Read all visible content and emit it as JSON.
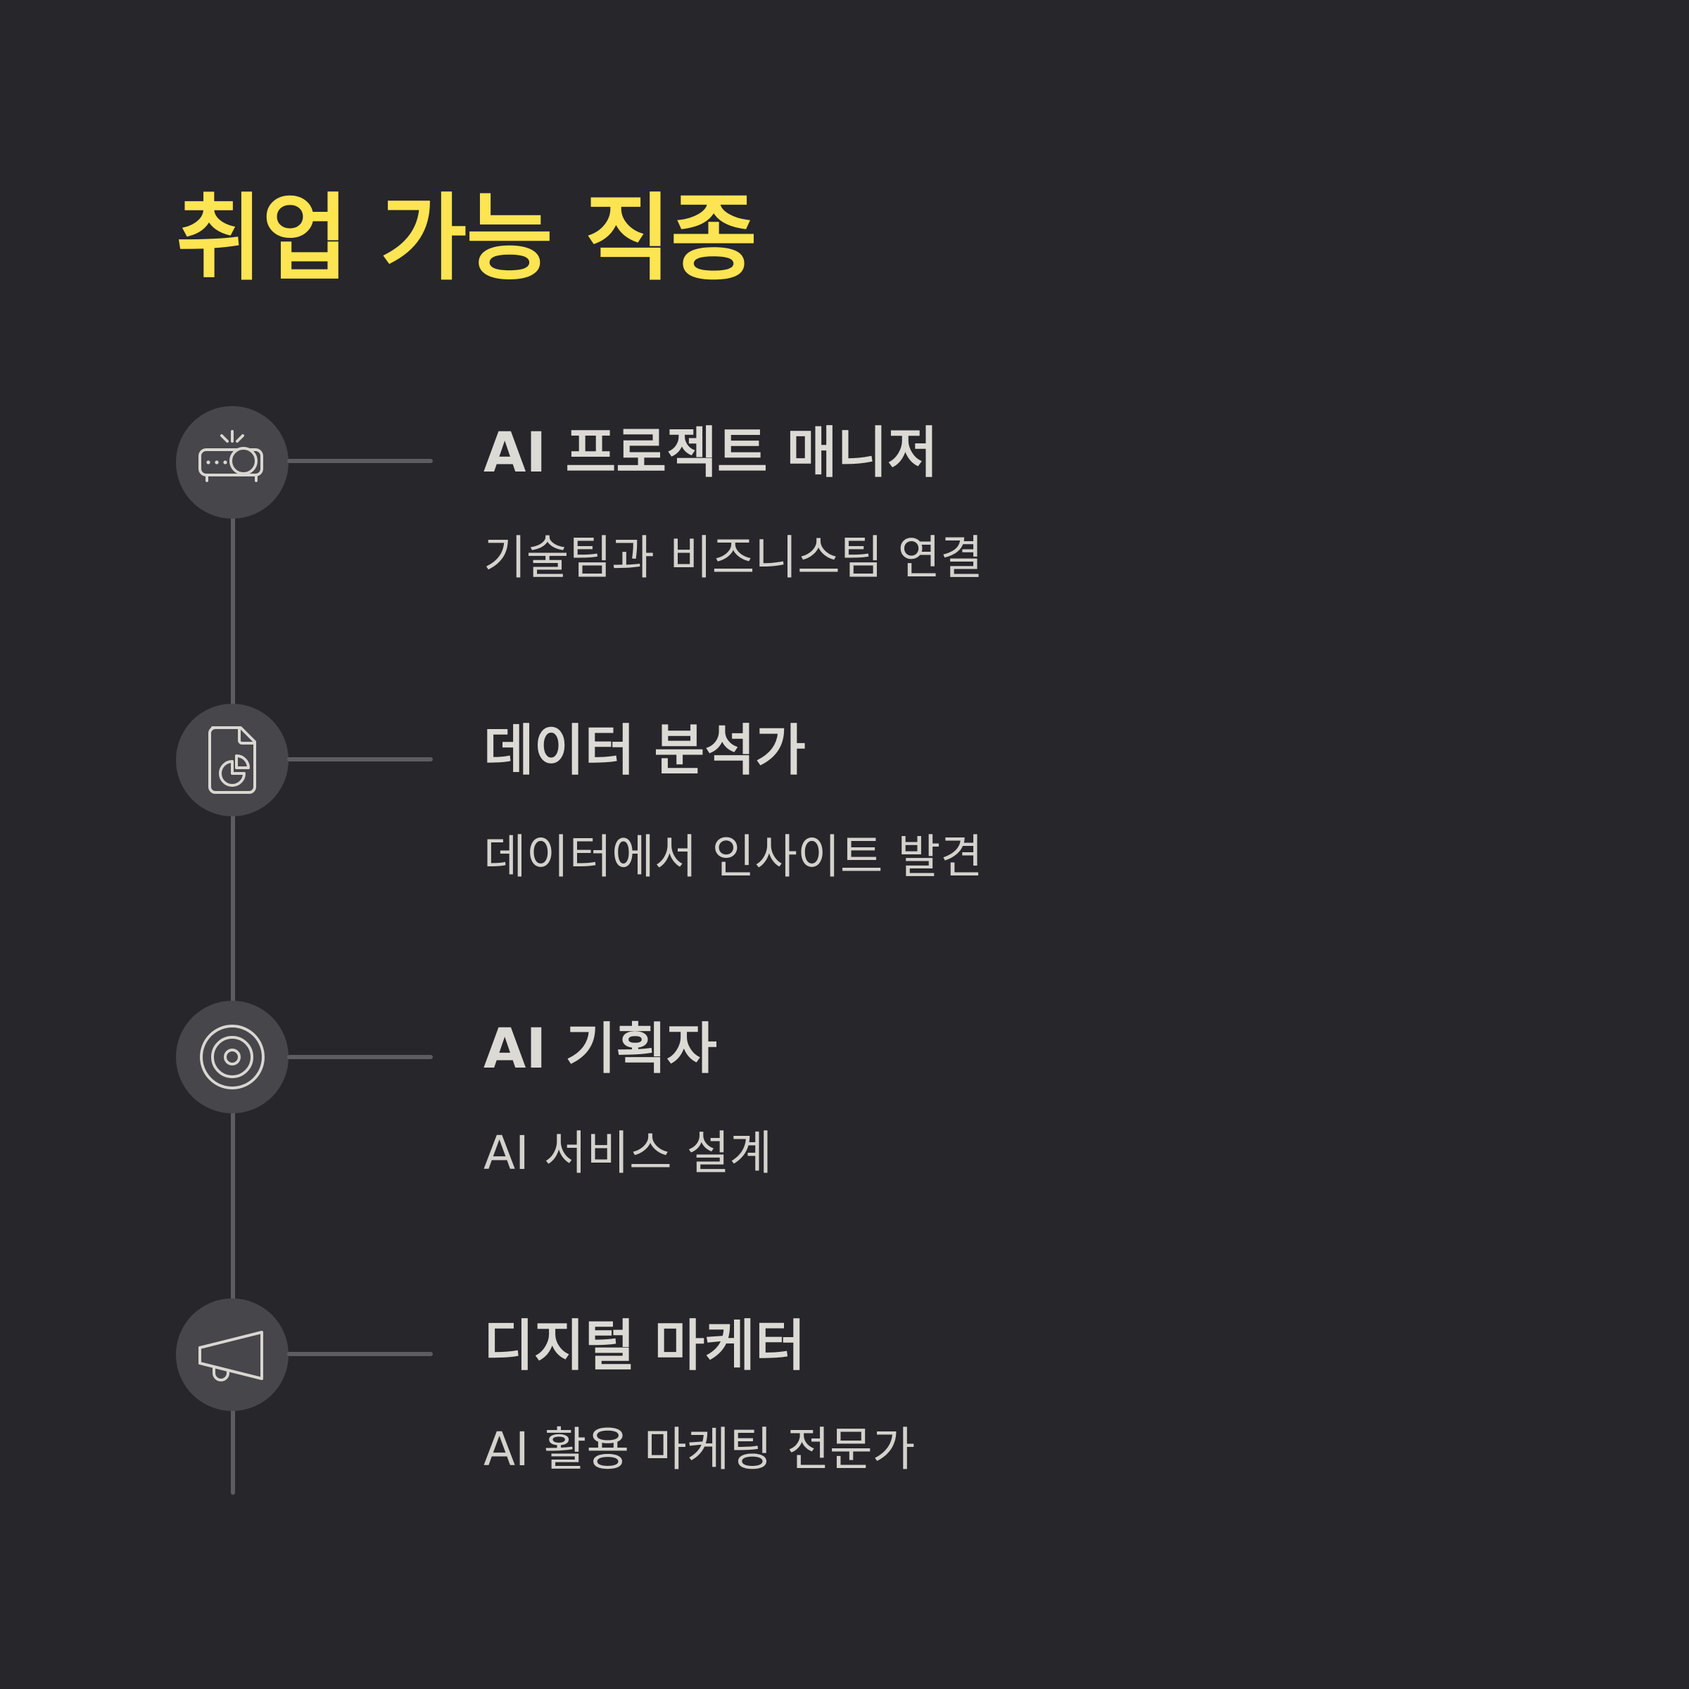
{
  "page": {
    "title": "취업 가능 직종",
    "background_color": "#26262b",
    "accent_color": "#fde452"
  },
  "items": [
    {
      "title": "AI 프로젝트 매니저",
      "description": "기술팀과 비즈니스팀 연결",
      "icon": "projector-icon"
    },
    {
      "title": "데이터 분석가",
      "description": "데이터에서 인사이트 발견",
      "icon": "file-chart-icon"
    },
    {
      "title": "AI 기획자",
      "description": "AI 서비스 설계",
      "icon": "target-icon"
    },
    {
      "title": "디지털 마케터",
      "description": "AI 활용 마케팅 전문가",
      "icon": "megaphone-icon"
    }
  ]
}
